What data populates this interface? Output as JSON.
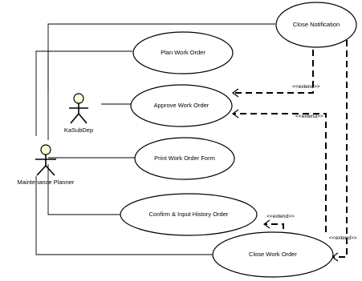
{
  "actors": {
    "kasubdep": "KaSubDep",
    "planner": "Maintenance Planner"
  },
  "use_cases": {
    "close_notification": "Close Notification",
    "plan_work_order": "Plan Work Order",
    "approve_work_order": "Approve Work Order",
    "print_work_order_form": "Print Work Order Form",
    "confirm_input_history_order": "Confirm & Input History Order",
    "close_work_order": "Close Work Order"
  },
  "stereotypes": {
    "extend_1": "<<extend>>",
    "extend_2": "<<extend>>",
    "extend_3": "<<extend>>",
    "extend_4": "<<extend>>"
  }
}
